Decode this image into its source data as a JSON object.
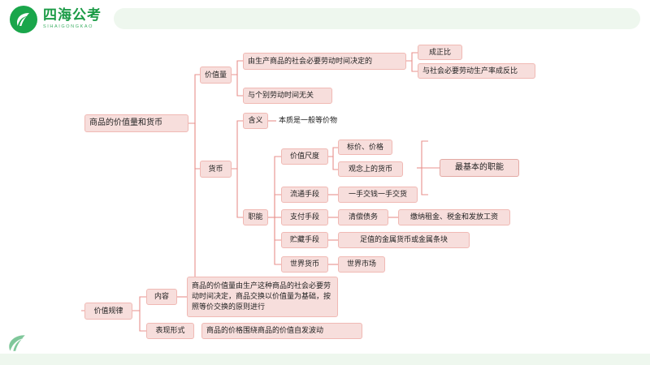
{
  "header": {
    "logo_title": "四海公考",
    "logo_sub": "SIHAIGONGKAO",
    "logo_icon": "leaf-icon"
  },
  "map": {
    "root": "商品的价值量和货币",
    "nodes": {
      "jiazhiliang": "价值量",
      "jzl_a": "由生产商品的社会必要劳动时间决定的",
      "jzl_a1": "成正比",
      "jzl_a2": "与社会必要劳动生产率成反比",
      "jzl_b": "与个别劳动时间无关",
      "huobi": "货币",
      "hanyi": "含义",
      "hanyi_v": "本质是一般等价物",
      "zhineng": "职能",
      "z1": "价值尺度",
      "z1a": "标价、价格",
      "z1b": "观念上的货币",
      "z2": "流通手段",
      "z2a": "一手交钱一手交货",
      "z3": "支付手段",
      "z3a": "清偿债务",
      "z3b": "缴纳租金、税金和发放工资",
      "z4": "贮藏手段",
      "z4a": "足值的金属货币或金属条块",
      "z5": "世界货币",
      "z5a": "世界市场",
      "brace_label": "最基本的职能",
      "guilv": "价值规律",
      "neirong": "内容",
      "neirong_v": "商品的价值量由生产这种商品的社会必要劳动时间决定，商品交换以价值量为基础，按照等价交换的原则进行",
      "biaoxian": "表现形式",
      "biaoxian_v": "商品的价格围绕商品的价值自发波动"
    }
  },
  "colors": {
    "node_fill": "#f7dedc",
    "node_border": "#f0b9b4",
    "link": "#e8918c",
    "brand_green": "#1b9b46",
    "band": "#eef7ee"
  }
}
